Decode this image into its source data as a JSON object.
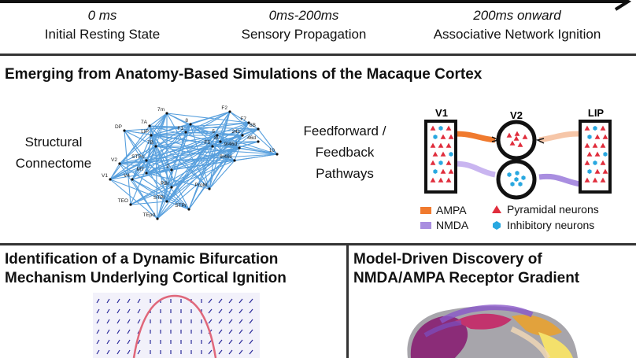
{
  "timeline": [
    {
      "time": "0 ms",
      "label": "Initial Resting State"
    },
    {
      "time": "0ms-200ms",
      "label": "Sensory Propagation"
    },
    {
      "time": "200ms onward",
      "label": "Associative Network Ignition"
    }
  ],
  "section_title": "Emerging from Anatomy-Based Simulations of the Macaque Cortex",
  "structural_connectome": {
    "label_line1": "Structural",
    "label_line2": "Connectome",
    "nodes": [
      "7m",
      "F2",
      "DP",
      "7A",
      "LIP",
      "8",
      "F1",
      "F7",
      "8B",
      "5",
      "24c",
      "8l",
      "46d",
      "F5",
      "9/46d",
      "10",
      "V2",
      "7B",
      "STPc",
      "9/46v",
      "V1",
      "V4",
      "MT",
      "2",
      "PBr",
      "ProM",
      "STPr",
      "TEO",
      "STPi",
      "TEpd"
    ]
  },
  "pathways": {
    "label_line1": "Feedforward /",
    "label_line2": "Feedback",
    "label_line3": "Pathways",
    "areas": [
      "V1",
      "V2",
      "LIP"
    ],
    "legend": {
      "ampa": "AMPA",
      "nmda": "NMDA",
      "pyramidal": "Pyramidal neurons",
      "inhibitory": "Inhibitory neurons"
    },
    "colors": {
      "ampa": "#f07a2e",
      "nmda": "#a98ee0",
      "pyramidal": "#e02d3c",
      "inhibitory": "#29a8e0"
    }
  },
  "bifurcation": {
    "title_line1": "Identification of a Dynamic Bifurcation",
    "title_line2": "Mechanism Underlying Cortical Ignition"
  },
  "gradient": {
    "title_line1": "Model-Driven Discovery of",
    "title_line2": "NMDA/AMPA Receptor Gradient"
  }
}
